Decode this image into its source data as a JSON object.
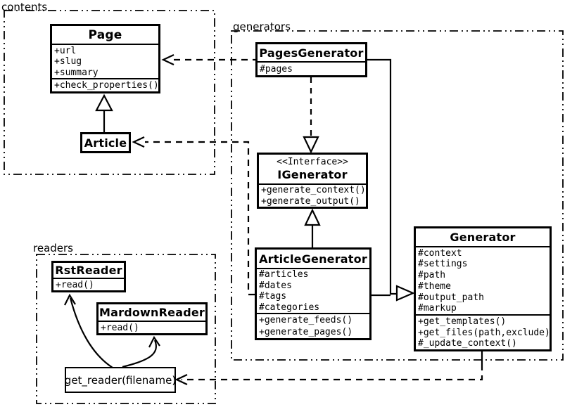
{
  "packages": {
    "contents": {
      "label": "contents"
    },
    "generators": {
      "label": "generators"
    },
    "readers": {
      "label": "readers"
    }
  },
  "classes": {
    "page": {
      "title": "Page",
      "attributes": [
        "+url",
        "+slug",
        "+summary"
      ],
      "methods": [
        "+check_properties()"
      ]
    },
    "article": {
      "title": "Article"
    },
    "pages_generator": {
      "title": "PagesGenerator",
      "attributes": [
        "#pages"
      ]
    },
    "igenerator": {
      "stereotype": "<<Interface>>",
      "title": "IGenerator",
      "methods": [
        "+generate_context()",
        "+generate_output()"
      ]
    },
    "article_generator": {
      "title": "ArticleGenerator",
      "attributes": [
        "#articles",
        "#dates",
        "#tags",
        "#categories"
      ],
      "methods": [
        "+generate_feeds()",
        "+generate_pages()"
      ]
    },
    "generator": {
      "title": "Generator",
      "attributes": [
        "#context",
        "#settings",
        "#path",
        "#theme",
        "#output_path",
        "#markup"
      ],
      "methods": [
        "+get_templates()",
        "+get_files(path,exclude)",
        "#_update_context()"
      ]
    },
    "rst_reader": {
      "title": "RstReader",
      "methods": [
        "+read()"
      ]
    },
    "mardown_reader": {
      "title": "MardownReader",
      "methods": [
        "+read()"
      ]
    },
    "get_reader": {
      "label": "get_reader(filename)"
    }
  },
  "relationships": [
    {
      "from": "Article",
      "to": "Page",
      "type": "generalization"
    },
    {
      "from": "PagesGenerator",
      "to": "Page",
      "type": "dependency"
    },
    {
      "from": "ArticleGenerator",
      "to": "Article",
      "type": "dependency"
    },
    {
      "from": "PagesGenerator",
      "to": "IGenerator",
      "type": "realization"
    },
    {
      "from": "ArticleGenerator",
      "to": "IGenerator",
      "type": "generalization"
    },
    {
      "from": "PagesGenerator",
      "to": "Generator",
      "type": "generalization"
    },
    {
      "from": "ArticleGenerator",
      "to": "Generator",
      "type": "generalization"
    },
    {
      "from": "Generator",
      "to": "get_reader(filename)",
      "type": "dependency"
    },
    {
      "from": "get_reader(filename)",
      "to": "RstReader",
      "type": "arrow"
    },
    {
      "from": "get_reader(filename)",
      "to": "MardownReader",
      "type": "arrow"
    }
  ],
  "colors": {
    "line": "#000000",
    "background": "#ffffff"
  }
}
